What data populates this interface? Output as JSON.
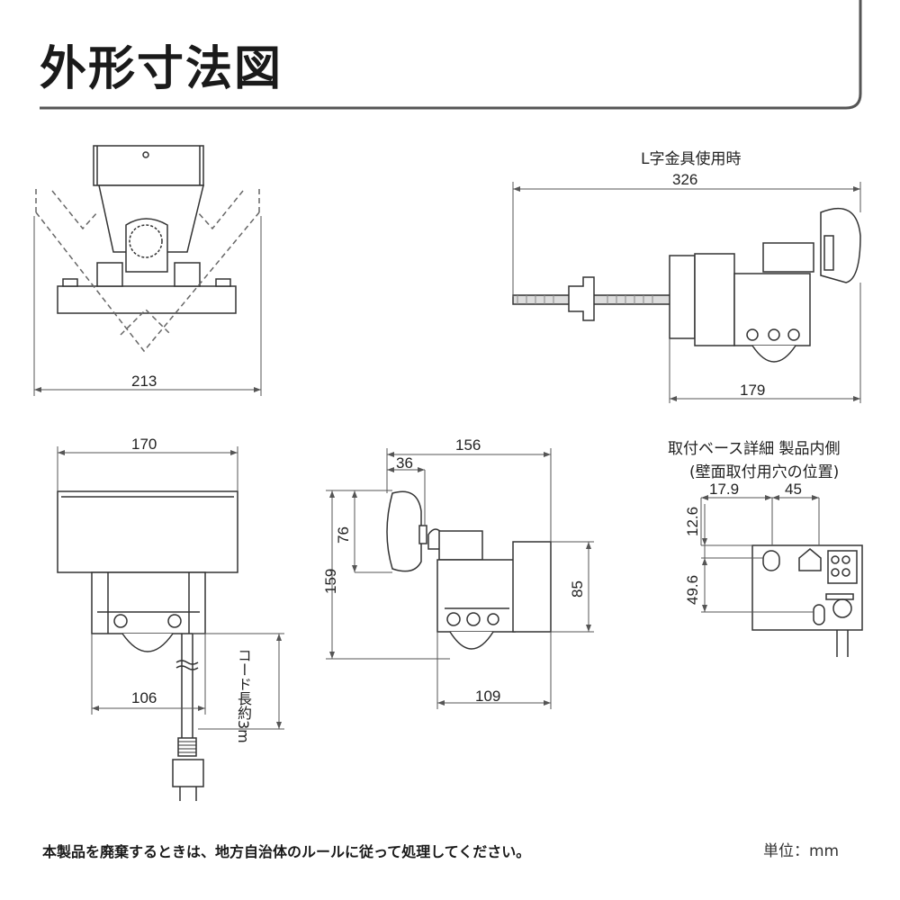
{
  "title": "外形寸法図",
  "front_view": {
    "width_label": "213"
  },
  "l_bracket_view": {
    "caption": "L字金具使用時",
    "total_label": "326",
    "body_label": "179"
  },
  "rear_view": {
    "width_label": "170",
    "base_label": "106",
    "cord_label": "コード長約3m"
  },
  "side_view": {
    "width_label": "156",
    "offset_label": "36",
    "height_label": "159",
    "head_label": "76",
    "body_height_label": "85",
    "base_label": "109"
  },
  "base_detail": {
    "caption_line1": "取付ベース詳細 製品内側",
    "caption_line2": "(壁面取付用穴の位置)",
    "x1_label": "17.9",
    "x2_label": "45",
    "y1_label": "12.6",
    "y2_label": "49.6"
  },
  "footer": {
    "note": "本製品を廃棄するときは、地方自治体のルールに従って処理してください。",
    "unit": "単位：mm"
  }
}
